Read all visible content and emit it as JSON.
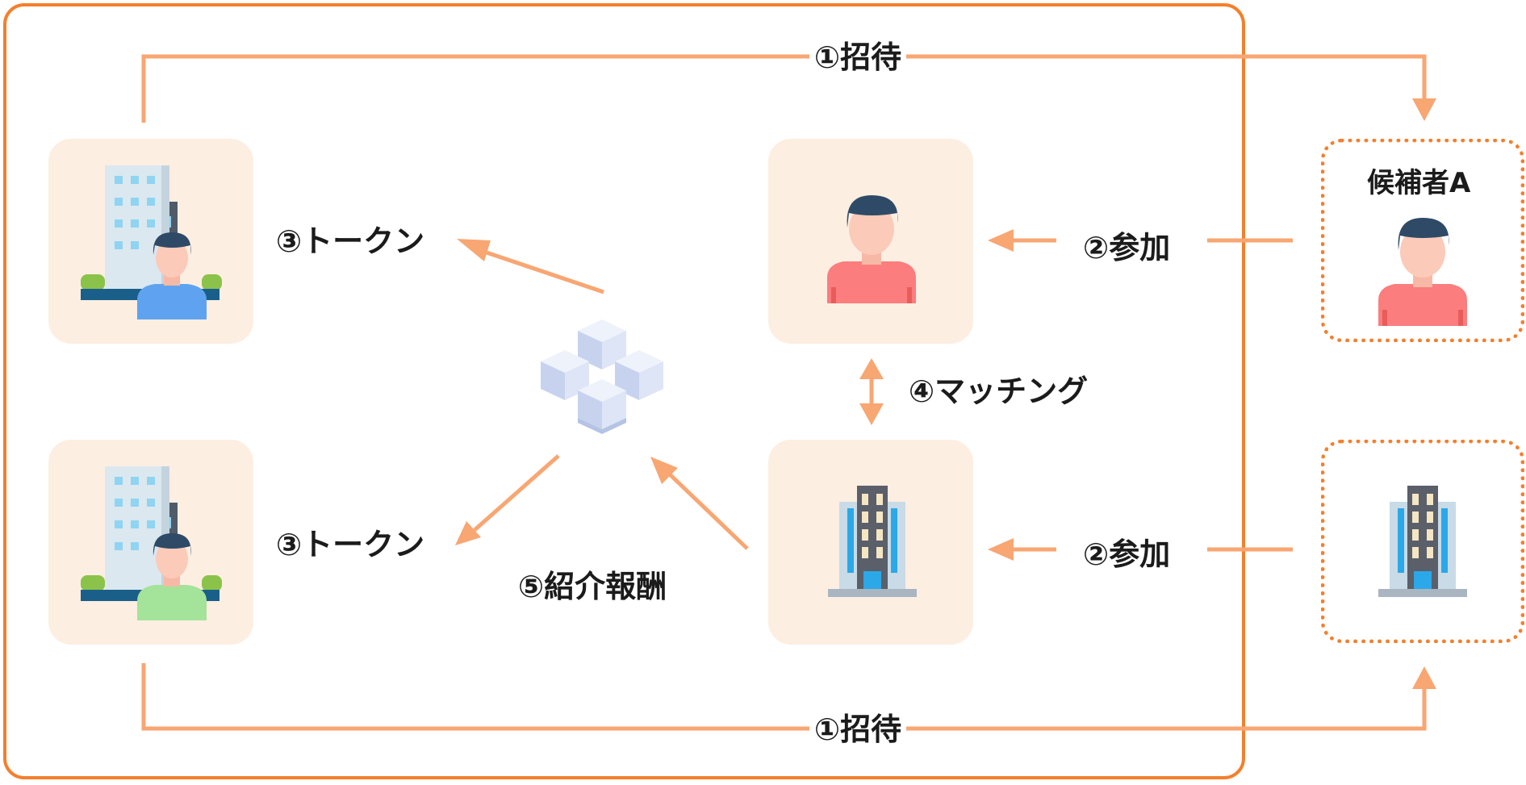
{
  "labels": {
    "invite_top": "①招待",
    "invite_bottom": "①招待",
    "token_top": "③トークン",
    "token_bottom": "③トークン",
    "join_top": "②参加",
    "join_bottom": "②参加",
    "matching": "④マッチング",
    "referral_fee": "⑤紹介報酬",
    "candidate_a": "候補者A"
  },
  "colors": {
    "frame": "#f47f2c",
    "arrow": "#f8a672",
    "card_bg": "#fdeee2"
  },
  "icons": {
    "company_person_blue": "company-with-employee-icon",
    "company_person_green": "company-with-employee-icon",
    "person": "person-icon",
    "building": "building-icon",
    "blockchain": "blockchain-cubes-icon"
  }
}
